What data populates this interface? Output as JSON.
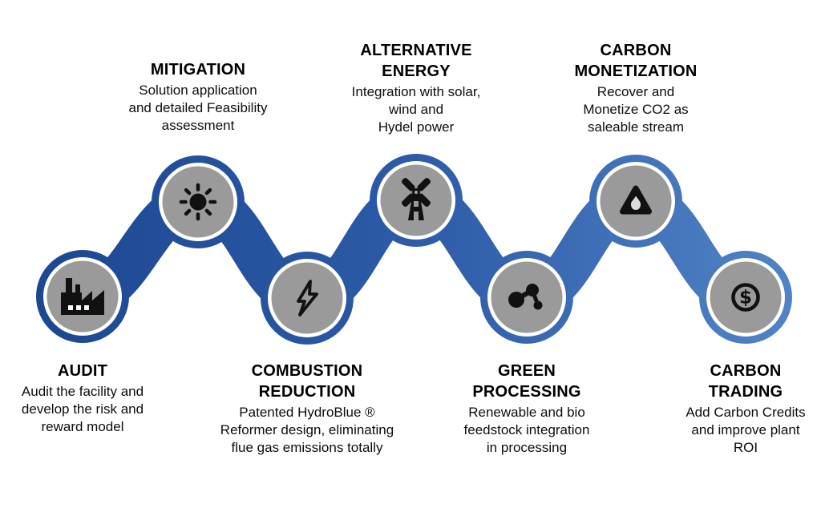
{
  "palette": {
    "chain_blue_dark": "#1c4792",
    "chain_blue_mid": "#2d5ba8",
    "chain_blue_light": "#5184c6",
    "node_gray": "#9a9a9a",
    "node_ring_white": "#ffffff",
    "icon_black": "#111111",
    "flame_highlight": "#dcdcdc",
    "text_color": "#000000",
    "background": "#ffffff"
  },
  "steps": [
    {
      "id": "audit",
      "icon": "factory-icon",
      "label_position": "bottom",
      "title_lines": [
        "AUDIT"
      ],
      "desc_lines": [
        "Audit the facility and",
        "develop the risk and",
        "reward model"
      ]
    },
    {
      "id": "mitigation",
      "icon": "sun-icon",
      "label_position": "top",
      "title_lines": [
        "MITIGATION"
      ],
      "desc_lines": [
        "Solution application",
        "and detailed Feasibility",
        "assessment"
      ]
    },
    {
      "id": "combustion-reduction",
      "icon": "lightning-icon",
      "label_position": "bottom",
      "title_lines": [
        "COMBUSTION",
        "REDUCTION"
      ],
      "desc_lines": [
        "Patented HydroBlue ®",
        "Reformer design, eliminating",
        "flue gas emissions totally"
      ]
    },
    {
      "id": "alternative-energy",
      "icon": "windmill-icon",
      "label_position": "top",
      "title_lines": [
        "ALTERNATIVE",
        "ENERGY"
      ],
      "desc_lines": [
        "Integration with solar,",
        "wind and",
        "Hydel power"
      ]
    },
    {
      "id": "green-processing",
      "icon": "molecule-icon",
      "label_position": "bottom",
      "title_lines": [
        "GREEN",
        "PROCESSING"
      ],
      "desc_lines": [
        "Renewable and bio",
        "feedstock integration",
        "in processing"
      ]
    },
    {
      "id": "carbon-monetization",
      "icon": "flammable-icon",
      "label_position": "top",
      "title_lines": [
        "CARBON",
        "MONETIZATION"
      ],
      "desc_lines": [
        "Recover and",
        "Monetize CO2 as",
        "saleable stream"
      ]
    },
    {
      "id": "carbon-trading",
      "icon": "dollar-icon",
      "label_position": "bottom",
      "title_lines": [
        "CARBON",
        "TRADING"
      ],
      "desc_lines": [
        "Add Carbon Credits",
        "and improve plant",
        "ROI"
      ]
    }
  ]
}
